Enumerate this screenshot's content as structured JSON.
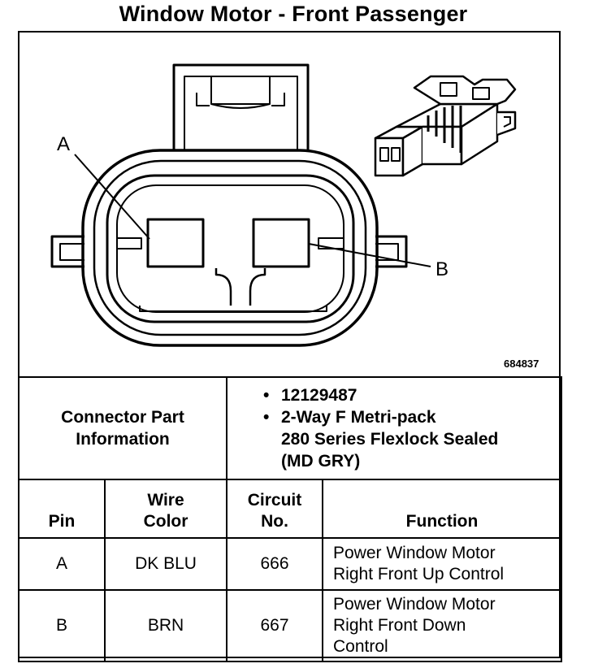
{
  "title": "Window Motor - Front Passenger",
  "figure_id": "684837",
  "pins_callouts": {
    "a": "A",
    "b": "B"
  },
  "connector_info": {
    "label_line1": "Connector Part",
    "label_line2": "Information",
    "part_number": "12129487",
    "description_line1": "2-Way F Metri-pack",
    "description_line2": "280 Series Flexlock Sealed",
    "description_line3": "(MD GRY)"
  },
  "columns": {
    "pin": "Pin",
    "wire_color_line1": "Wire",
    "wire_color_line2": "Color",
    "circuit_line1": "Circuit",
    "circuit_line2": "No.",
    "function": "Function"
  },
  "rows": [
    {
      "pin": "A",
      "wire_color": "DK BLU",
      "circuit": "666",
      "function_line1": "Power Window Motor",
      "function_line2": "Right Front Up Control",
      "function_line3": ""
    },
    {
      "pin": "B",
      "wire_color": "BRN",
      "circuit": "667",
      "function_line1": "Power Window Motor",
      "function_line2": "Right Front Down",
      "function_line3": "Control"
    }
  ]
}
